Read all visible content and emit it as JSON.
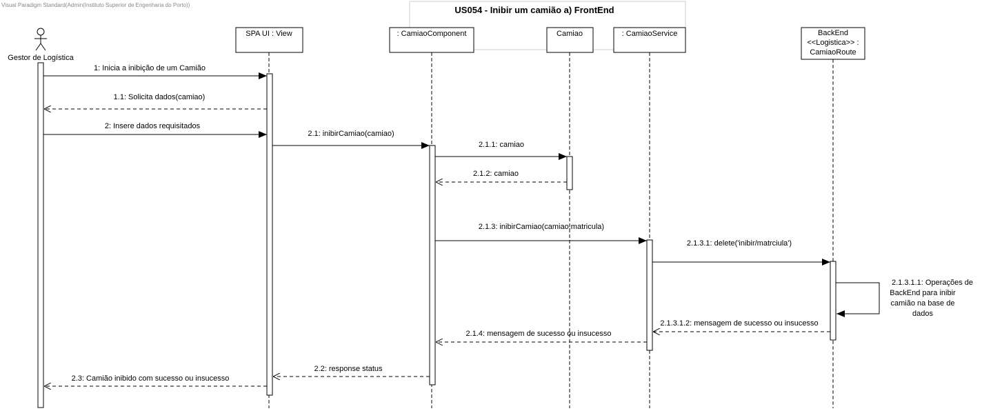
{
  "watermark": "Visual Paradigm Standard(Admin(Instituto Superior de Engenharia do Porto))",
  "title": "US054 - Inibir um camião  a) FrontEnd",
  "actor": {
    "label": "Gestor de Logística"
  },
  "lifelines": [
    {
      "id": "view",
      "lines": [
        "SPA UI : View"
      ]
    },
    {
      "id": "component",
      "lines": [
        ": CamiaoComponent"
      ]
    },
    {
      "id": "camiao",
      "lines": [
        "Camiao"
      ]
    },
    {
      "id": "service",
      "lines": [
        ": CamiaoService"
      ]
    },
    {
      "id": "route",
      "lines": [
        "BackEnd",
        "<<Logistica>> :",
        "CamiaoRoute"
      ]
    }
  ],
  "messages": [
    {
      "id": "m1",
      "label": "1: Inicia a inibição de um Camião",
      "from": "actor",
      "to": "view",
      "kind": "sync"
    },
    {
      "id": "m1_1",
      "label": "1.1: Solicita dados(camiao)",
      "from": "view",
      "to": "actor",
      "kind": "return"
    },
    {
      "id": "m2",
      "label": "2: Insere dados requisitados",
      "from": "actor",
      "to": "view",
      "kind": "sync"
    },
    {
      "id": "m2_1",
      "label": "2.1: inibirCamiao(camiao)",
      "from": "view",
      "to": "component",
      "kind": "sync"
    },
    {
      "id": "m2_1_1",
      "label": "2.1.1: camiao",
      "from": "component",
      "to": "camiao",
      "kind": "sync"
    },
    {
      "id": "m2_1_2",
      "label": "2.1.2: camiao",
      "from": "camiao",
      "to": "component",
      "kind": "return"
    },
    {
      "id": "m2_1_3",
      "label": "2.1.3: inibirCamiao(camiao.matricula)",
      "from": "component",
      "to": "service",
      "kind": "sync"
    },
    {
      "id": "m2_1_3_1",
      "label": "2.1.3.1: delete('inibir/matrciula')",
      "from": "service",
      "to": "route",
      "kind": "sync"
    },
    {
      "id": "m2_1_3_1_1",
      "lines": [
        "2.1.3.1.1: Operações de",
        "BackEnd para inibir",
        "camião na base de",
        "dados"
      ],
      "from": "route",
      "to": "route",
      "kind": "self"
    },
    {
      "id": "m2_1_3_1_2",
      "label": "2.1.3.1.2: mensagem de sucesso ou insucesso",
      "from": "route",
      "to": "service",
      "kind": "return"
    },
    {
      "id": "m2_1_4",
      "label": "2.1.4: mensagem de sucesso ou insucesso",
      "from": "service",
      "to": "component",
      "kind": "return"
    },
    {
      "id": "m2_2",
      "label": "2.2: response status",
      "from": "component",
      "to": "view",
      "kind": "return"
    },
    {
      "id": "m2_3",
      "label": "2.3: Camião inibido com sucesso ou insucesso",
      "from": "view",
      "to": "actor",
      "kind": "return"
    }
  ]
}
